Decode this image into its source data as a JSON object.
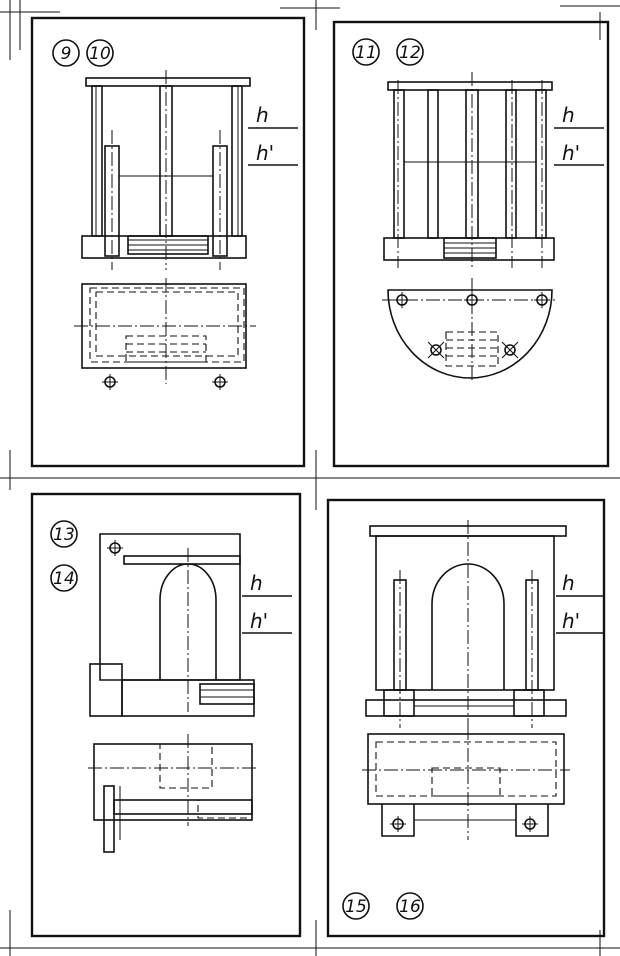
{
  "panels": [
    {
      "labels": [
        "9",
        "10"
      ],
      "h": "h",
      "h_prime": "h'"
    },
    {
      "labels": [
        "11",
        "12"
      ],
      "h": "h",
      "h_prime": "h'"
    },
    {
      "labels": [
        "13",
        "14"
      ],
      "h": "h",
      "h_prime": "h'"
    },
    {
      "labels": [
        "15",
        "16"
      ],
      "h": "h",
      "h_prime": "h'"
    }
  ]
}
